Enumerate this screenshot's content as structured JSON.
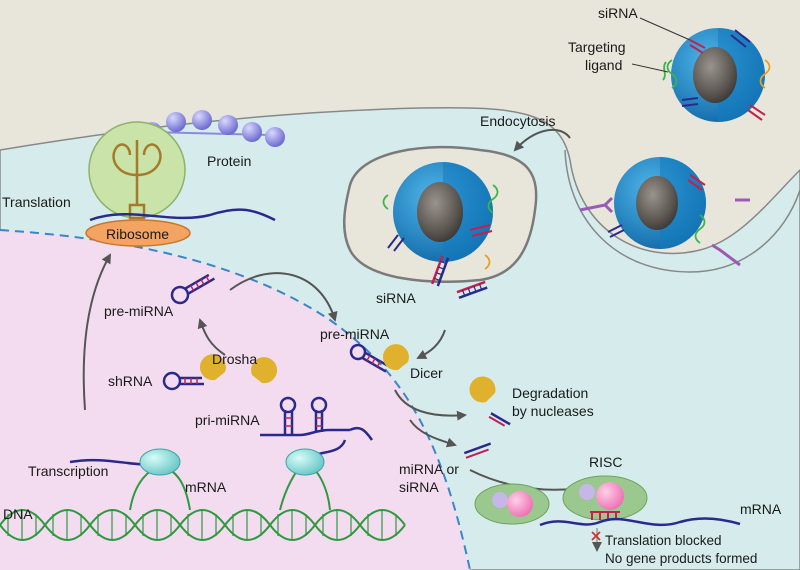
{
  "labels": {
    "sirna_top": "siRNA",
    "targeting_ligand_1": "Targeting",
    "targeting_ligand_2": "ligand",
    "endocytosis": "Endocytosis",
    "protein": "Protein",
    "translation": "Translation",
    "ribosome": "Ribosome",
    "pre_mirna_nucleus": "pre-miRNA",
    "drosha": "Drosha",
    "shrna": "shRNA",
    "pri_mirna": "pri-miRNA",
    "transcription": "Transcription",
    "mrna_nucleus": "mRNA",
    "dna": "DNA",
    "sirna_cyto": "siRNA",
    "pre_mirna_cyto": "pre-miRNA",
    "dicer": "Dicer",
    "degradation_1": "Degradation",
    "degradation_2": "by nucleases",
    "mirna_or_1": "miRNA or",
    "mirna_or_2": "siRNA",
    "risc": "RISC",
    "mrna_right": "mRNA",
    "translation_blocked": "Translation blocked",
    "no_gene_products": "No gene products formed"
  },
  "colors": {
    "extracellular": "#e8e6da",
    "cytoplasm": "#d6ecec",
    "nucleus": "#f3dcef",
    "nuclear_envelope": "#3a86c8",
    "ribosome_fill": "#f4a361",
    "trna_halo": "#c9e3a8",
    "protein_bead": "#8c8ae0",
    "nanoparticle_shell": "#1f8fd0",
    "nanoparticle_core": "#6a6560",
    "enzyme": "#e0b12c",
    "rna_dark": "#2b2a8c",
    "rna_red": "#c4204e",
    "dna_green": "#2e9a40",
    "risc_body": "#9bc88e",
    "arrow": "#555555"
  }
}
